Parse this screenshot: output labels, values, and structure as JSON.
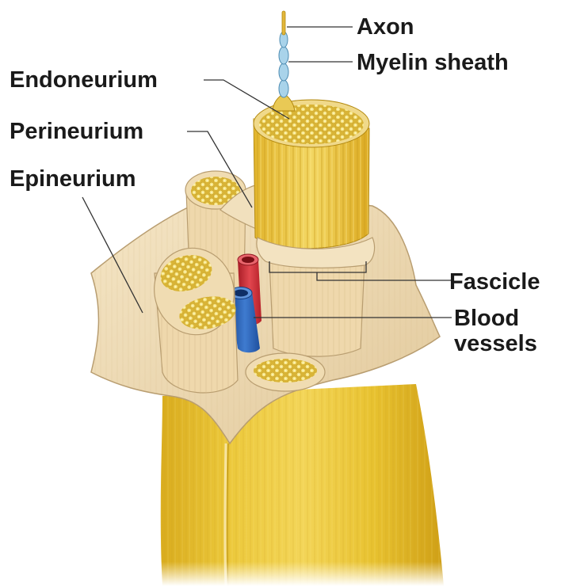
{
  "labels": {
    "axon": "Axon",
    "myelin_sheath": "Myelin sheath",
    "endoneurium": "Endoneurium",
    "perineurium": "Perineurium",
    "epineurium": "Epineurium",
    "fascicle": "Fascicle",
    "blood_vessels_line1": "Blood",
    "blood_vessels_line2": "vessels"
  },
  "colors": {
    "nerve_yellow": "#e8c235",
    "fascicle_yellow": "#edcf5a",
    "epineurium_tan": "#efdcb8",
    "perineurium_tan": "#e7cfa4",
    "outline": "#b89d70",
    "axon_cells": "#f6e27a",
    "myelin_blue": "#a9d3ea",
    "artery_red": "#d6333c",
    "vein_blue": "#2d63b8",
    "leader_line": "#333333"
  }
}
